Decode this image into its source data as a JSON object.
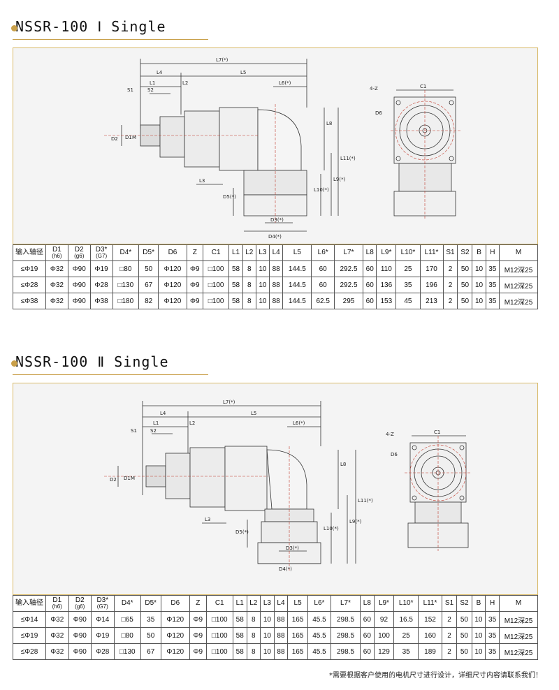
{
  "colors": {
    "accent": "#c9a04a",
    "panel_bg": "#f4f4f4",
    "dimension_red": "#c0392b"
  },
  "sections": [
    {
      "title": "NSSR-100 Ⅰ Single",
      "drawing_labels": {
        "L7": "L7(*)",
        "L4": "L4",
        "L5": "L5",
        "L1": "L1",
        "L2": "L2",
        "S1": "S1",
        "S2": "S2",
        "L6": "L6(*)",
        "L8": "L8",
        "L11": "L11(*)",
        "L9": "L9(*)",
        "L10": "L10(*)",
        "L3": "L3",
        "D1": "D1",
        "D2": "D2",
        "M": "M",
        "D5": "D5(*)",
        "D3": "D3(*)",
        "D4": "D4(*)",
        "Z": "4-Z",
        "C1": "C1",
        "D6": "D6"
      },
      "headers": [
        {
          "main": "输入轴径",
          "sub": ""
        },
        {
          "main": "D1",
          "sub": "(h6)"
        },
        {
          "main": "D2",
          "sub": "(g6)"
        },
        {
          "main": "D3*",
          "sub": "(G7)"
        },
        {
          "main": "D4*",
          "sub": ""
        },
        {
          "main": "D5*",
          "sub": ""
        },
        {
          "main": "D6",
          "sub": ""
        },
        {
          "main": "Z",
          "sub": ""
        },
        {
          "main": "C1",
          "sub": ""
        },
        {
          "main": "L1",
          "sub": ""
        },
        {
          "main": "L2",
          "sub": ""
        },
        {
          "main": "L3",
          "sub": ""
        },
        {
          "main": "L4",
          "sub": ""
        },
        {
          "main": "L5",
          "sub": ""
        },
        {
          "main": "L6*",
          "sub": ""
        },
        {
          "main": "L7*",
          "sub": ""
        },
        {
          "main": "L8",
          "sub": ""
        },
        {
          "main": "L9*",
          "sub": ""
        },
        {
          "main": "L10*",
          "sub": ""
        },
        {
          "main": "L11*",
          "sub": ""
        },
        {
          "main": "S1",
          "sub": ""
        },
        {
          "main": "S2",
          "sub": ""
        },
        {
          "main": "B",
          "sub": ""
        },
        {
          "main": "H",
          "sub": ""
        },
        {
          "main": "M",
          "sub": ""
        }
      ],
      "rows": [
        [
          "≤Φ19",
          "Φ32",
          "Φ90",
          "Φ19",
          "□80",
          "50",
          "Φ120",
          "Φ9",
          "□100",
          "58",
          "8",
          "10",
          "88",
          "144.5",
          "60",
          "292.5",
          "60",
          "110",
          "25",
          "170",
          "2",
          "50",
          "10",
          "35",
          "M12深25"
        ],
        [
          "≤Φ28",
          "Φ32",
          "Φ90",
          "Φ28",
          "□130",
          "67",
          "Φ120",
          "Φ9",
          "□100",
          "58",
          "8",
          "10",
          "88",
          "144.5",
          "60",
          "292.5",
          "60",
          "136",
          "35",
          "196",
          "2",
          "50",
          "10",
          "35",
          "M12深25"
        ],
        [
          "≤Φ38",
          "Φ32",
          "Φ90",
          "Φ38",
          "□180",
          "82",
          "Φ120",
          "Φ9",
          "□100",
          "58",
          "8",
          "10",
          "88",
          "144.5",
          "62.5",
          "295",
          "60",
          "153",
          "45",
          "213",
          "2",
          "50",
          "10",
          "35",
          "M12深25"
        ]
      ]
    },
    {
      "title": "NSSR-100 Ⅱ Single",
      "drawing_labels": {
        "L7": "L7(*)",
        "L4": "L4",
        "L5": "L5",
        "L1": "L1",
        "L2": "L2",
        "S1": "S1",
        "S2": "S2",
        "L6": "L6(*)",
        "L8": "L8",
        "L11": "L11(*)",
        "L9": "L9(*)",
        "L10": "L10(*)",
        "L3": "L3",
        "D1": "D1",
        "D2": "D2",
        "M": "M",
        "D5": "D5(*)",
        "D3": "D3(*)",
        "D4": "D4(*)",
        "Z": "4-Z",
        "C1": "C1",
        "D6": "D6"
      },
      "headers": [
        {
          "main": "输入轴径",
          "sub": ""
        },
        {
          "main": "D1",
          "sub": "(h6)"
        },
        {
          "main": "D2",
          "sub": "(g6)"
        },
        {
          "main": "D3*",
          "sub": "(G7)"
        },
        {
          "main": "D4*",
          "sub": ""
        },
        {
          "main": "D5*",
          "sub": ""
        },
        {
          "main": "D6",
          "sub": ""
        },
        {
          "main": "Z",
          "sub": ""
        },
        {
          "main": "C1",
          "sub": ""
        },
        {
          "main": "L1",
          "sub": ""
        },
        {
          "main": "L2",
          "sub": ""
        },
        {
          "main": "L3",
          "sub": ""
        },
        {
          "main": "L4",
          "sub": ""
        },
        {
          "main": "L5",
          "sub": ""
        },
        {
          "main": "L6*",
          "sub": ""
        },
        {
          "main": "L7*",
          "sub": ""
        },
        {
          "main": "L8",
          "sub": ""
        },
        {
          "main": "L9*",
          "sub": ""
        },
        {
          "main": "L10*",
          "sub": ""
        },
        {
          "main": "L11*",
          "sub": ""
        },
        {
          "main": "S1",
          "sub": ""
        },
        {
          "main": "S2",
          "sub": ""
        },
        {
          "main": "B",
          "sub": ""
        },
        {
          "main": "H",
          "sub": ""
        },
        {
          "main": "M",
          "sub": ""
        }
      ],
      "rows": [
        [
          "≤Φ14",
          "Φ32",
          "Φ90",
          "Φ14",
          "□65",
          "35",
          "Φ120",
          "Φ9",
          "□100",
          "58",
          "8",
          "10",
          "88",
          "165",
          "45.5",
          "298.5",
          "60",
          "92",
          "16.5",
          "152",
          "2",
          "50",
          "10",
          "35",
          "M12深25"
        ],
        [
          "≤Φ19",
          "Φ32",
          "Φ90",
          "Φ19",
          "□80",
          "50",
          "Φ120",
          "Φ9",
          "□100",
          "58",
          "8",
          "10",
          "88",
          "165",
          "45.5",
          "298.5",
          "60",
          "100",
          "25",
          "160",
          "2",
          "50",
          "10",
          "35",
          "M12深25"
        ],
        [
          "≤Φ28",
          "Φ32",
          "Φ90",
          "Φ28",
          "□130",
          "67",
          "Φ120",
          "Φ9",
          "□100",
          "58",
          "8",
          "10",
          "88",
          "165",
          "45.5",
          "298.5",
          "60",
          "129",
          "35",
          "189",
          "2",
          "50",
          "10",
          "35",
          "M12深25"
        ]
      ]
    }
  ],
  "footnote": "*需要根据客户使用的电机尺寸进行设计，详细尺寸内容请联系我们！"
}
